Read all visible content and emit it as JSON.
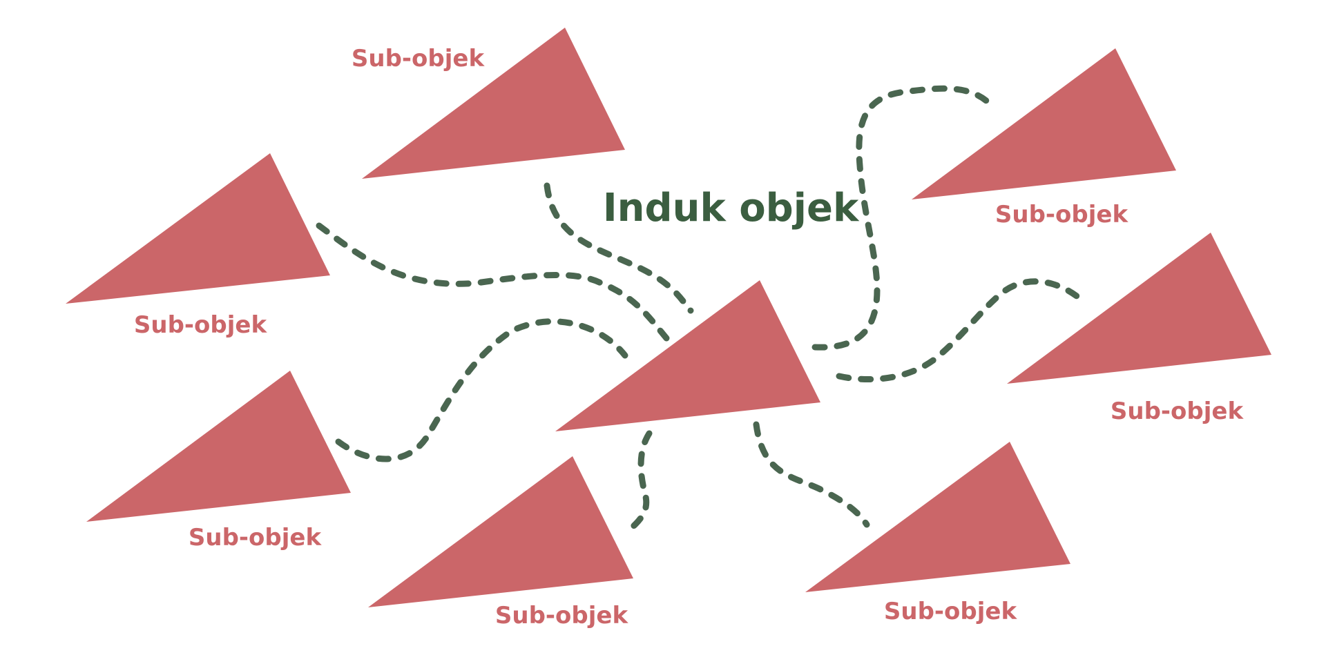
{
  "diagram": {
    "parent": {
      "label": "Induk objek"
    },
    "children": [
      {
        "label": "Sub-objek"
      },
      {
        "label": "Sub-objek"
      },
      {
        "label": "Sub-objek"
      },
      {
        "label": "Sub-objek"
      },
      {
        "label": "Sub-objek"
      },
      {
        "label": "Sub-objek"
      },
      {
        "label": "Sub-objek"
      }
    ]
  },
  "colors": {
    "shape_fill": "#cb6669",
    "sub_label": "#cb6669",
    "parent_label": "#3b5e40",
    "connector": "#4a6650",
    "background": "#ffffff"
  }
}
